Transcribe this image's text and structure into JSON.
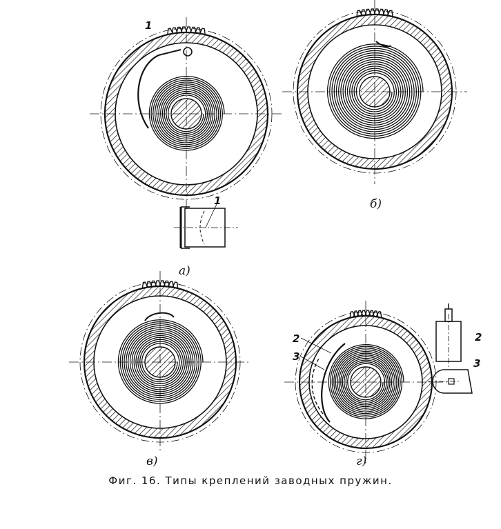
{
  "figure": {
    "panels": [
      {
        "id": "a",
        "label": "а)",
        "callouts": [
          "1"
        ],
        "detail_callouts": [
          "1"
        ]
      },
      {
        "id": "b",
        "label": "б)"
      },
      {
        "id": "v",
        "label": "в)"
      },
      {
        "id": "g",
        "label": "г)",
        "callouts": [
          "2",
          "3"
        ],
        "detail_callouts": [
          "2",
          "3"
        ]
      }
    ],
    "caption": "Фиг. 16. Типы креплений заводных пружин."
  }
}
